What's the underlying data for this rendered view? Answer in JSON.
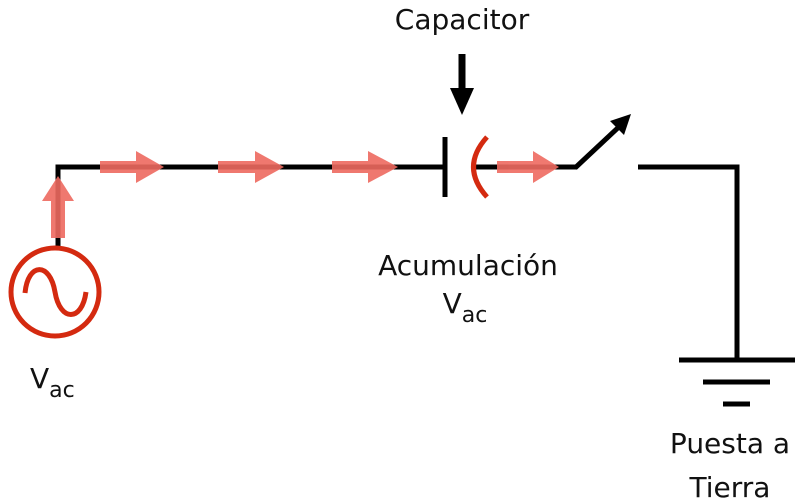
{
  "labels": {
    "capacitor": "Capacitor",
    "accumulation": "Acumulación",
    "accumulation_voltage": {
      "main": "V",
      "sub": "ac"
    },
    "source_voltage": {
      "main": "V",
      "sub": "ac"
    },
    "ground_line1": "Puesta a",
    "ground_line2": "Tierra"
  },
  "colors": {
    "wire": "#000000",
    "source": "#d42a10",
    "current_arrow": "#ee6a60",
    "capacitor_charge": "#d42a10"
  }
}
